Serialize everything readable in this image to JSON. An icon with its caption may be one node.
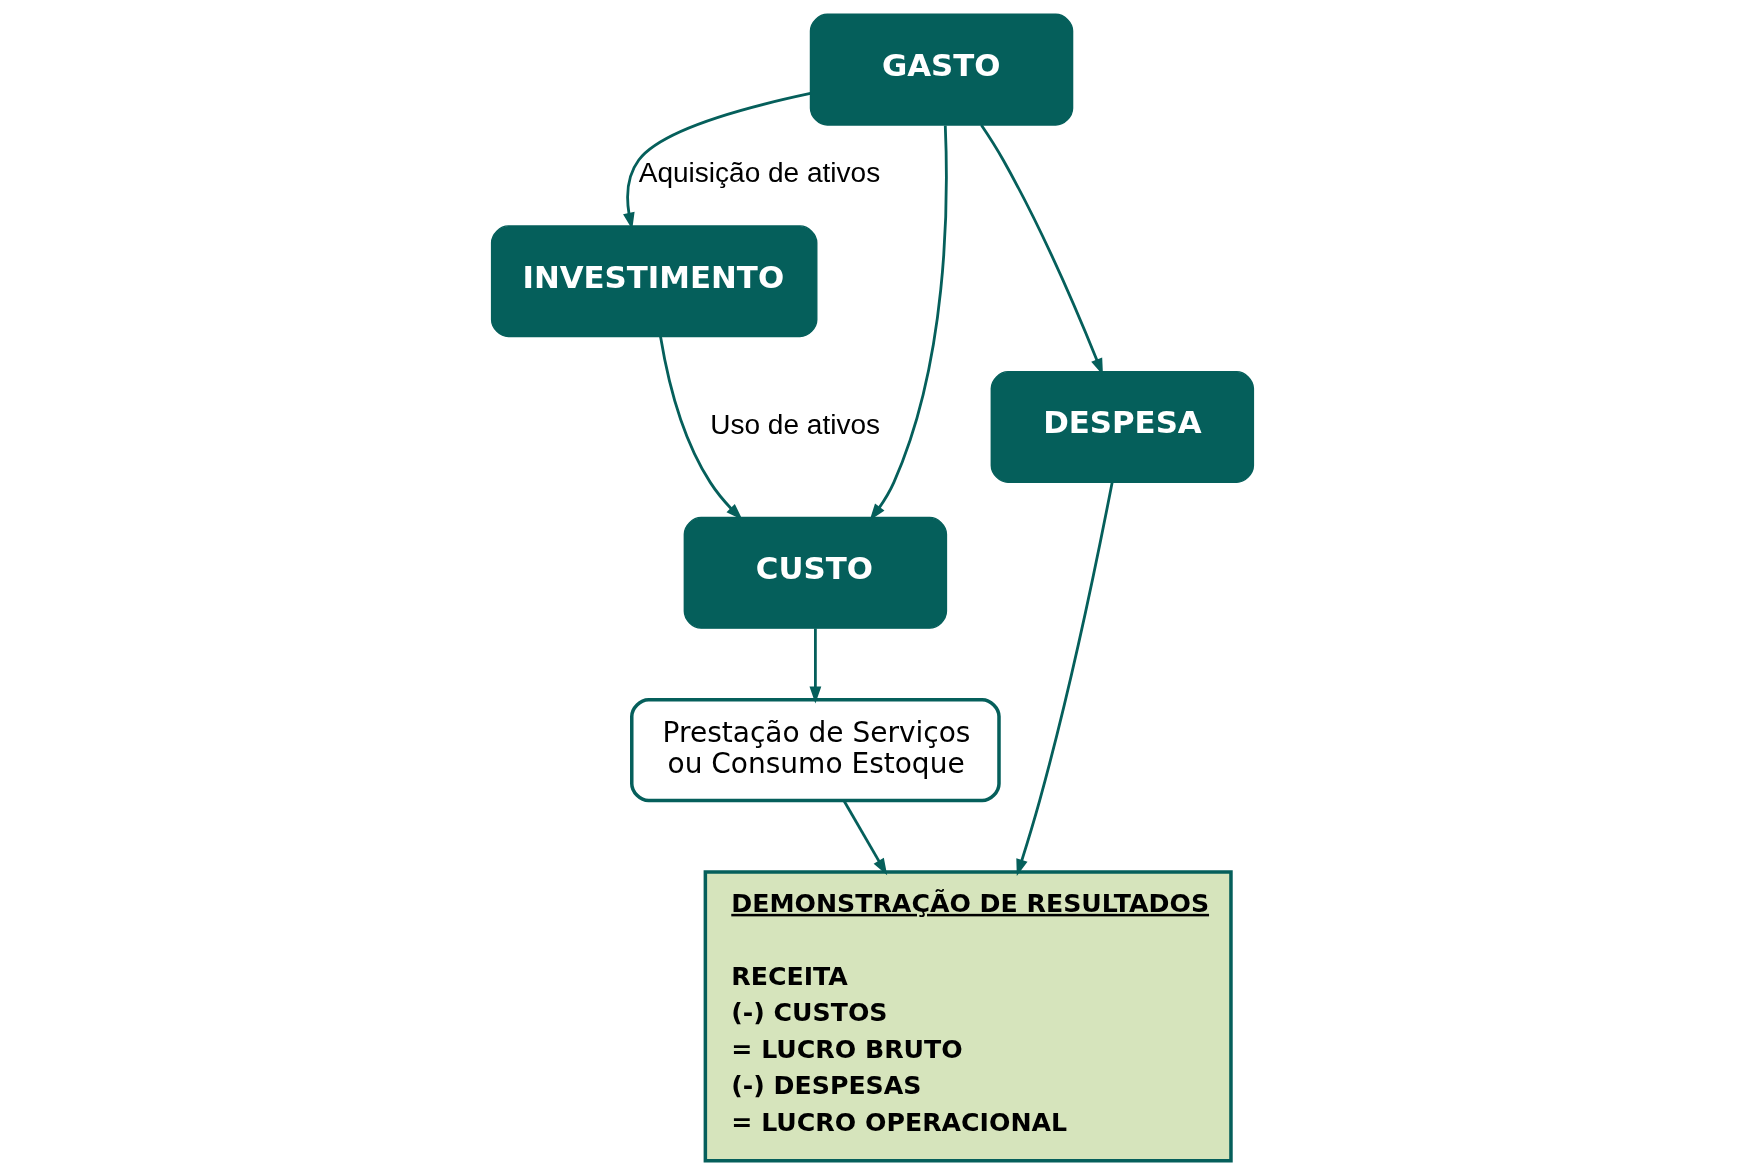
{
  "diagram": {
    "nodes": [
      {
        "text": [
          "GASTO"
        ]
      },
      {
        "text": [
          "INVESTIMENTO"
        ]
      },
      {
        "text": [
          "DESPESA"
        ]
      },
      {
        "text": [
          "CUSTO"
        ]
      },
      {
        "text": [
          "Prestação de Serviços ou Consumo Estoque"
        ]
      },
      {
        "text": [
          "DEMONSTRAÇÃO DE RESULTADOS",
          "RECEITA",
          "(-) CUSTOS",
          "= LUCRO BRUTO",
          "(-) DESPESAS",
          "= LUCRO OPERACIONAL"
        ]
      }
    ],
    "edges": [
      {
        "from": 0,
        "to": 1,
        "arrow": "to",
        "label": "Aquisição de ativos"
      },
      {
        "from": 0,
        "to": 2,
        "arrow": "to"
      },
      {
        "from": 0,
        "to": 3,
        "arrow": "to"
      },
      {
        "from": 1,
        "to": 3,
        "arrow": "to",
        "label": "Uso de ativos"
      },
      {
        "from": 3,
        "to": 4,
        "arrow": "to"
      },
      {
        "from": 4,
        "to": 5,
        "arrow": "to"
      },
      {
        "from": 2,
        "to": 5,
        "arrow": "to"
      }
    ]
  }
}
